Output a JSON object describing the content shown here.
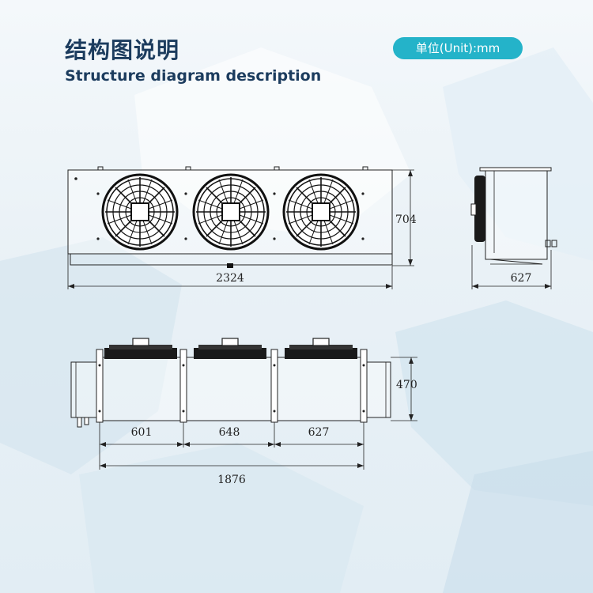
{
  "header": {
    "title_zh": "结构图说明",
    "title_en": "Structure diagram description",
    "unit_badge": "单位(Unit):mm"
  },
  "dimensions": {
    "front_width": "2324",
    "front_height": "704",
    "side_depth": "627",
    "top_height": "470",
    "fan_spacing_1": "601",
    "fan_spacing_2": "648",
    "fan_spacing_3": "627",
    "top_overall": "1876"
  },
  "colors": {
    "title": "#1c3c5e",
    "badge_bg": "#24b3c9",
    "line": "#222222"
  }
}
